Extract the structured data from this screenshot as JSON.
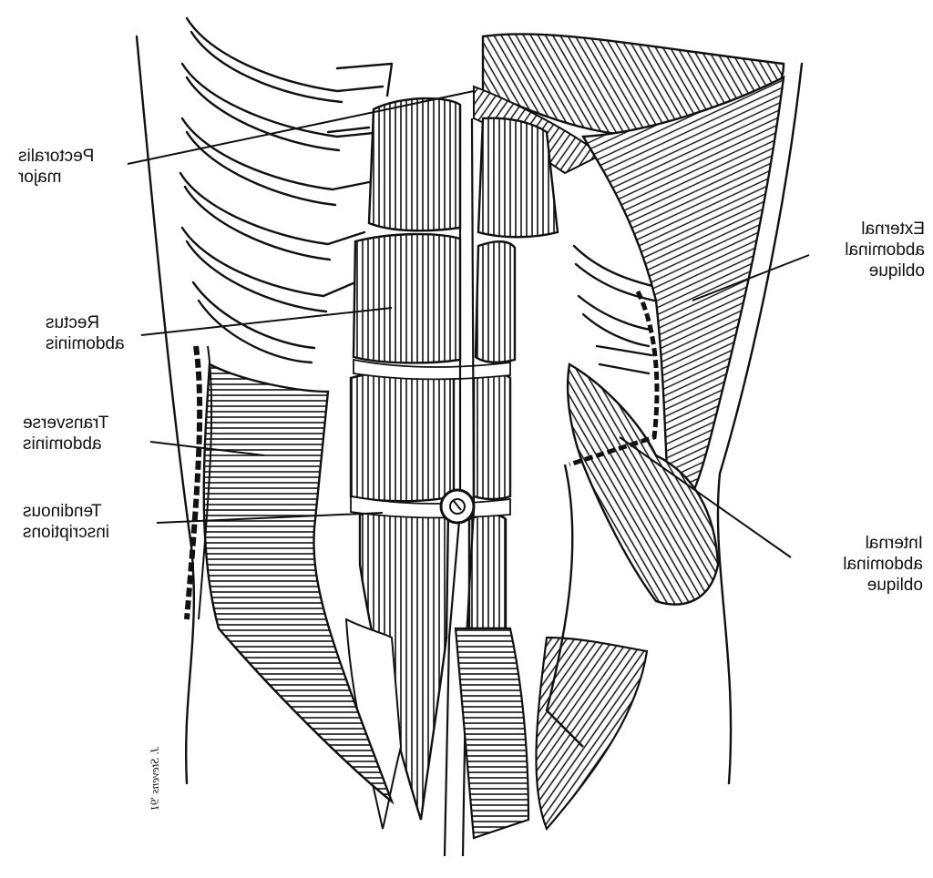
{
  "labels": {
    "pectoralis_major": [
      "Pectoralis",
      "major"
    ],
    "rectus_abdominis": [
      "Rectus",
      "abdominis"
    ],
    "transverse_abdominis": [
      "Transverse",
      "abdominis"
    ],
    "tendinous_inscriptions": [
      "Tendinous",
      "inscriptions"
    ],
    "external_abdominal_oblique": [
      "External",
      "abdominal",
      "oblique"
    ],
    "internal_abdominal_oblique": [
      "Internal",
      "abdominal",
      "oblique"
    ]
  },
  "signature": "J. Stevens '91",
  "colors": {
    "ink": "#111111",
    "paper": "#ffffff"
  }
}
